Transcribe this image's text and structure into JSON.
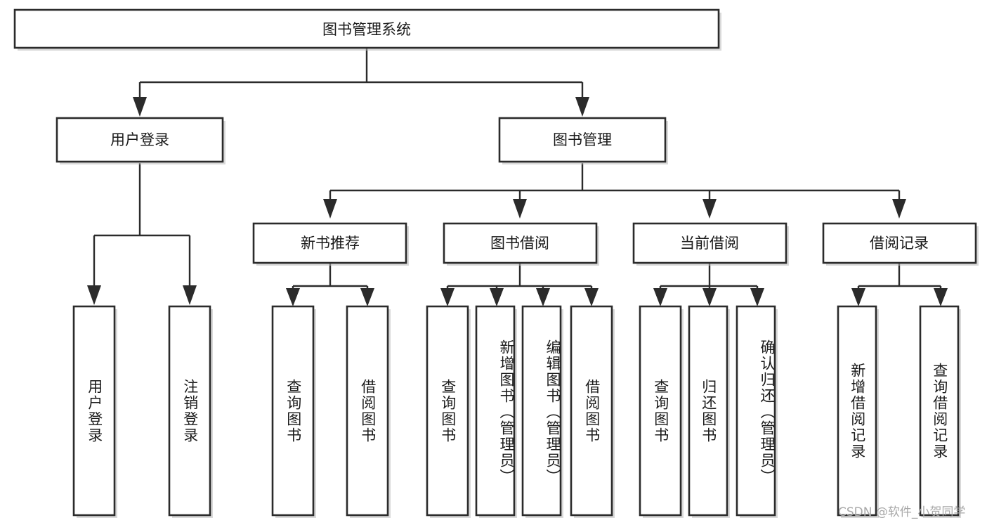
{
  "diagram": {
    "title": "图书管理系统",
    "type": "tree-hierarchy-chart",
    "root": {
      "id": "root",
      "label": "图书管理系统",
      "orientation": "horizontal"
    },
    "level2": [
      {
        "id": "user-login",
        "label": "用户登录",
        "orientation": "horizontal"
      },
      {
        "id": "book-management",
        "label": "图书管理",
        "orientation": "horizontal"
      }
    ],
    "level3": [
      {
        "id": "new-book-recommend",
        "label": "新书推荐",
        "orientation": "horizontal"
      },
      {
        "id": "book-borrow",
        "label": "图书借阅",
        "orientation": "horizontal"
      },
      {
        "id": "current-borrow",
        "label": "当前借阅",
        "orientation": "horizontal"
      },
      {
        "id": "borrow-record",
        "label": "借阅记录",
        "orientation": "horizontal"
      }
    ],
    "leaves": [
      {
        "id": "leaf-user-login",
        "label": "用户登录",
        "parent": "user-login",
        "orientation": "vertical"
      },
      {
        "id": "leaf-logout-login",
        "label": "注销登录",
        "parent": "user-login",
        "orientation": "vertical"
      },
      {
        "id": "leaf-query-book-1",
        "label": "查询图书",
        "parent": "new-book-recommend",
        "orientation": "vertical"
      },
      {
        "id": "leaf-borrow-book-1",
        "label": "借阅图书",
        "parent": "new-book-recommend",
        "orientation": "vertical"
      },
      {
        "id": "leaf-query-book-2",
        "label": "查询图书",
        "parent": "book-borrow",
        "orientation": "vertical"
      },
      {
        "id": "leaf-add-book",
        "label": "新增图书（管理员）",
        "parent": "book-borrow",
        "orientation": "vertical"
      },
      {
        "id": "leaf-edit-book",
        "label": "编辑图书（管理员）",
        "parent": "book-borrow",
        "orientation": "vertical"
      },
      {
        "id": "leaf-borrow-book-2",
        "label": "借阅图书",
        "parent": "book-borrow",
        "orientation": "vertical"
      },
      {
        "id": "leaf-query-book-3",
        "label": "查询图书",
        "parent": "current-borrow",
        "orientation": "vertical"
      },
      {
        "id": "leaf-return-book",
        "label": "归还图书",
        "parent": "current-borrow",
        "orientation": "vertical"
      },
      {
        "id": "leaf-confirm-return",
        "label": "确认归还（管理员）",
        "parent": "current-borrow",
        "orientation": "vertical"
      },
      {
        "id": "leaf-add-borrow-record",
        "label": "新增借阅记录",
        "parent": "borrow-record",
        "orientation": "vertical"
      },
      {
        "id": "leaf-query-borrow-record",
        "label": "查询借阅记录",
        "parent": "borrow-record",
        "orientation": "vertical"
      }
    ],
    "colors": {
      "box_stroke": "#2b2b2b",
      "box_fill": "#ffffff",
      "connector": "#2b2b2b",
      "text": "#1a1a1a",
      "watermark": "#a8a8a8",
      "background": "#ffffff"
    }
  },
  "watermark": {
    "text": "CSDN @软件_小贺同学"
  }
}
